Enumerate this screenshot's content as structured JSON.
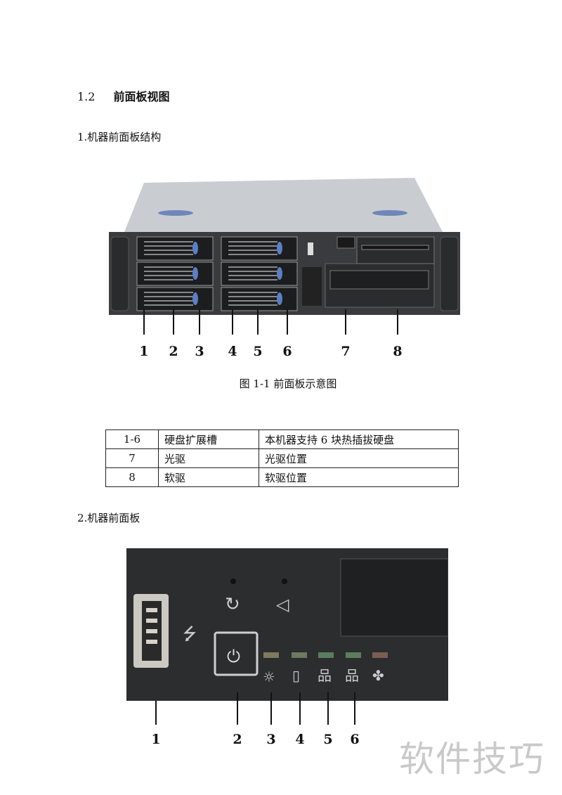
{
  "section": {
    "number": "1.2",
    "title": "前面板视图"
  },
  "sub1": "1.机器前面板结构",
  "figure1": {
    "callouts": [
      "1",
      "2",
      "3",
      "4",
      "5",
      "6",
      "7",
      "8"
    ],
    "caption": "图 1-1  前面板示意图"
  },
  "table": {
    "rows": [
      [
        "1-6",
        "硬盘扩展槽",
        "本机器支持 6 块热插拔硬盘"
      ],
      [
        "7",
        "光驱",
        "光驱位置"
      ],
      [
        "8",
        "软驱",
        "软驱位置"
      ]
    ]
  },
  "sub2": "2.机器前面板",
  "figure2": {
    "callouts": [
      "1",
      "2",
      "3",
      "4",
      "5",
      "6"
    ]
  },
  "watermark": "软件技巧"
}
